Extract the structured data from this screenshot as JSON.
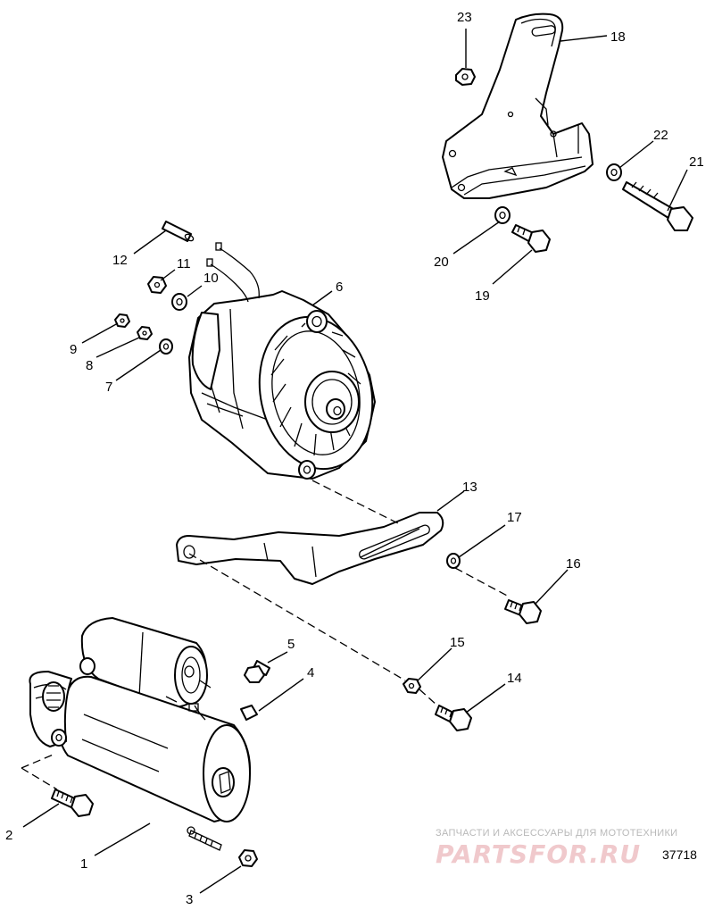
{
  "figure_number": "37718",
  "watermark": {
    "caption": "ЗАПЧАСТИ И АКСЕССУАРЫ ДЛЯ МОТОТЕХНИКИ",
    "logo": "PARTSFOR.RU",
    "logo_color": "#f0c9cc"
  },
  "callouts": {
    "c1": "1",
    "c2": "2",
    "c3": "3",
    "c4": "4",
    "c5": "5",
    "c6": "6",
    "c7": "7",
    "c8": "8",
    "c9": "9",
    "c10": "10",
    "c11": "11",
    "c12": "12",
    "c13": "13",
    "c14": "14",
    "c15": "15",
    "c16": "16",
    "c17": "17",
    "c18": "18",
    "c19": "19",
    "c20": "20",
    "c21": "21",
    "c22": "22",
    "c23": "23"
  }
}
